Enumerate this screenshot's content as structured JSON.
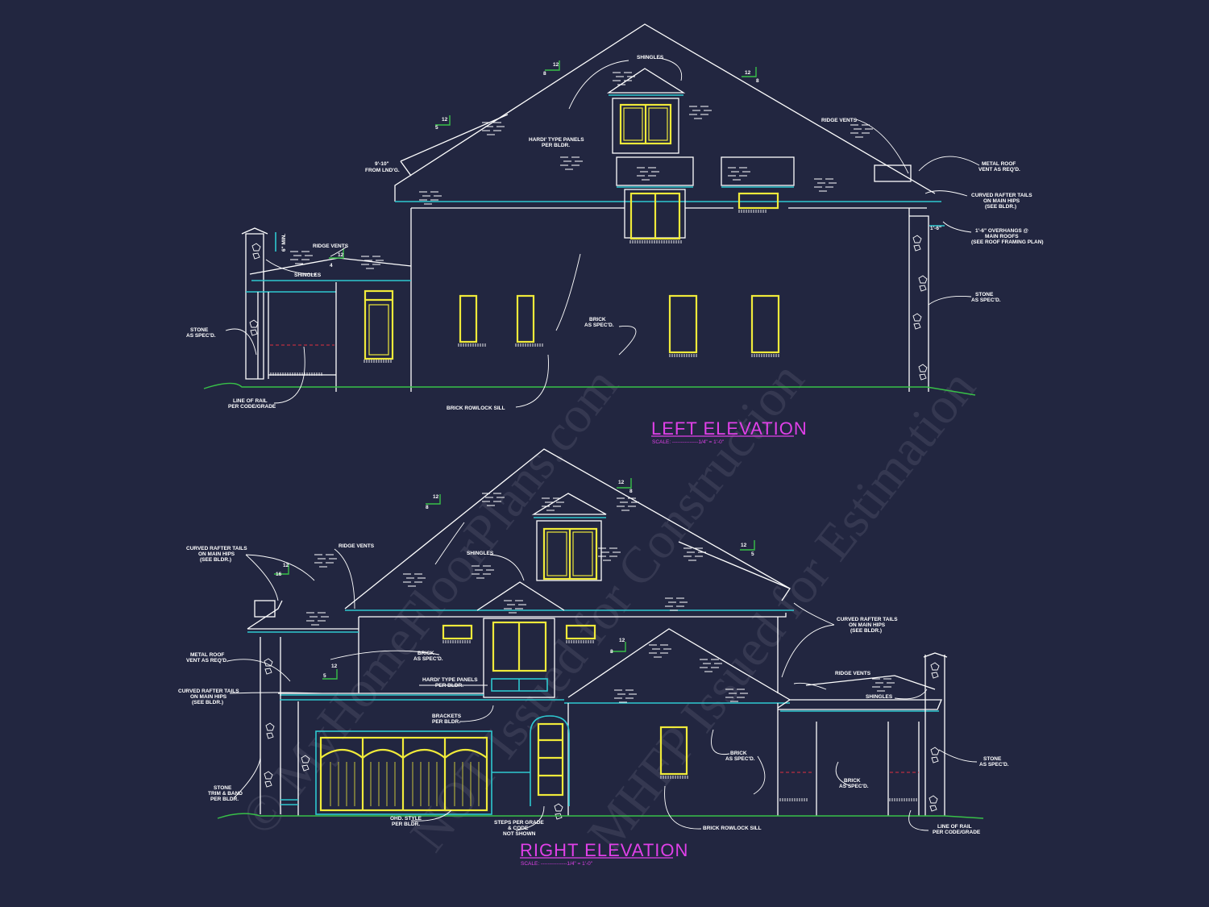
{
  "left_elevation": {
    "title": "LEFT ELEVATION",
    "scale": "SCALE: ---------------1/4\" = 1'-0\"",
    "notes": {
      "shingles": "SHINGLES",
      "hardi_1": "HARDI' TYPE PANELS",
      "hardi_2": "PER BLDR.",
      "ridge_vents": "RIDGE VENTS",
      "metal_roof_1": "METAL ROOF",
      "metal_roof_2": "VENT AS REQ'D.",
      "curved_1": "CURVED RAFTER TAILS",
      "curved_2": "ON MAIN HIPS",
      "curved_3": "(SEE BLDR.)",
      "overhang_1": "1'-6\" OVERHANGS @",
      "overhang_2": "MAIN ROOFS",
      "overhang_3": "(SEE ROOF FRAMING PLAN)",
      "finish_1": "9'-10\"",
      "finish_2": "FROM LND'G.",
      "ridge_vents_low": "RIDGE VENTS",
      "shingles_low": "SHINGLES",
      "stone_left_1": "STONE",
      "stone_left_2": "AS SPEC'D.",
      "stone_right_1": "STONE",
      "stone_right_2": "AS SPEC'D.",
      "brick_1": "BRICK",
      "brick_2": "AS SPEC'D.",
      "rail_1": "LINE OF RAIL",
      "rail_2": "PER CODE/GRADE",
      "rowlock": "BRICK ROWLOCK SILL",
      "pitch_8": "8",
      "pitch_12a": "12",
      "pitch_12b": "12",
      "pitch_8b": "8",
      "pitch_5": "5",
      "pitch_12c": "12",
      "pitch_4": "4",
      "pitch_12d": "12",
      "dim_min": "6\" MIN.",
      "dim_16": "1'-6\""
    }
  },
  "right_elevation": {
    "title": "RIGHT ELEVATION",
    "scale": "SCALE: ---------------1/4\" = 1'-0\"",
    "notes": {
      "curved_l_1": "CURVED RAFTER TAILS",
      "curved_l_2": "ON MAIN HIPS",
      "curved_l_3": "(SEE BLDR.)",
      "ridge_vents": "RIDGE VENTS",
      "shingles": "SHINGLES",
      "metal_roof_1": "METAL ROOF",
      "metal_roof_2": "VENT AS REQ'D.",
      "curved_m_1": "CURVED RAFTER TAILS",
      "curved_m_2": "ON MAIN HIPS",
      "curved_m_3": "(SEE BLDR.)",
      "brick_1": "BRICK",
      "brick_2": "AS SPEC'D.",
      "hardi_1": "HARDI' TYPE PANELS",
      "hardi_2": "PER BLDR.",
      "brackets_1": "BRACKETS",
      "brackets_2": "PER BLDR.",
      "stone_l_1": "STONE",
      "stone_l_2": "TRIM & BAND",
      "stone_l_3": "PER BLDR.",
      "ohd_1": "OHD. STYLE",
      "ohd_2": "PER BLDR.",
      "steps_1": "STEPS PER GRADE",
      "steps_2": "& CODE",
      "steps_3": "NOT SHOWN",
      "rowlock": "BRICK ROWLOCK SILL",
      "curved_r_1": "CURVED RAFTER TAILS",
      "curved_r_2": "ON MAIN HIPS",
      "curved_r_3": "(SEE BLDR.)",
      "ridge_vents_r": "RIDGE VENTS",
      "shingles_r": "SHINGLES",
      "brick_r_1": "BRICK",
      "brick_r_2": "AS SPEC'D.",
      "brick_c_1": "BRICK",
      "brick_c_2": "AS SPEC'D.",
      "stone_r_1": "STONE",
      "stone_r_2": "AS SPEC'D.",
      "rail_1": "LINE OF RAIL",
      "rail_2": "PER CODE/GRADE",
      "pitch_12a": "12",
      "pitch_8a": "8",
      "pitch_12b": "12",
      "pitch_8b": "8",
      "pitch_16": "16",
      "pitch_12c": "12",
      "pitch_12d": "12",
      "pitch_5a": "5",
      "pitch_5b": "5",
      "pitch_12e": "12",
      "pitch_8c": "8",
      "pitch_12f": "12"
    }
  },
  "watermark": {
    "line_1": "© MyHomeFloorPlans.com",
    "line_2": "NOT Issued for Construction",
    "line_3": "MHFP Issued for Estimation"
  },
  "colors": {
    "background": "#222640",
    "wall_line": "#ffffff",
    "trim": "#2ec8d0",
    "window": "#f0ea3a",
    "grade": "#38c048",
    "title": "#e040e8"
  }
}
